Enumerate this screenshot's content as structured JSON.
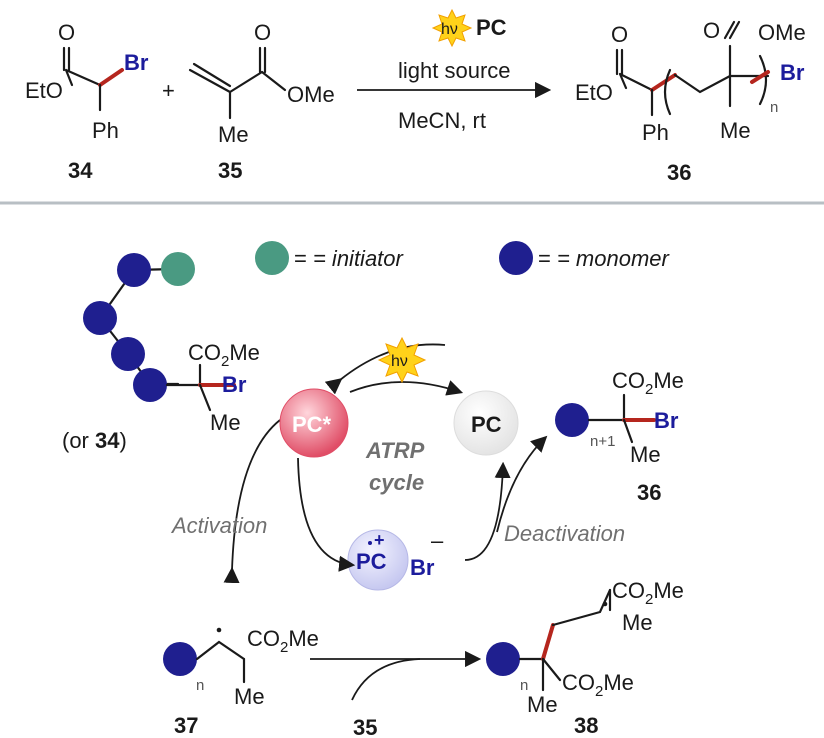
{
  "reaction": {
    "reactant1": {
      "ester": "EtO",
      "carbonyl_o": "O",
      "halogen": "Br",
      "aryl": "Ph",
      "number": "34"
    },
    "plus": "+",
    "reactant2": {
      "carbonyl_o": "O",
      "ester": "OMe",
      "methyl": "Me",
      "number": "35"
    },
    "condition_light": "hν",
    "condition_catalyst": "PC",
    "condition_line1": "light source",
    "condition_line2": "MeCN, rt",
    "product": {
      "ester_left": "EtO",
      "carbonyl_o_left": "O",
      "carbonyl_o_right": "O",
      "ester_right": "OMe",
      "halogen": "Br",
      "aryl": "Ph",
      "methyl": "Me",
      "repeat": "n",
      "number": "36"
    }
  },
  "legend": {
    "initiator_label": "= initiator",
    "monomer_label": "= monomer",
    "initiator_color": "#4a9a82",
    "monomer_color": "#1f1f8f"
  },
  "cycle": {
    "title_line1": "ATRP",
    "title_line2": "cycle",
    "light": "hν",
    "pc_excited": "PC*",
    "pc_ground": "PC",
    "radical_cation": "PC",
    "radical_cation_charge": "+",
    "bromide": "Br",
    "bromide_charge": "–",
    "activation": "Activation",
    "deactivation": "Deactivation"
  },
  "dormant": {
    "ester": "CO",
    "ester_sub": "2",
    "ester_tail": "Me",
    "halogen": "Br",
    "methyl": "Me",
    "alt_prefix": "(or ",
    "alt_number": "34",
    "alt_suffix": ")"
  },
  "product36": {
    "ester": "CO",
    "ester_sub": "2",
    "ester_tail": "Me",
    "halogen": "Br",
    "methyl": "Me",
    "repeat": "n+1",
    "number": "36"
  },
  "radical37": {
    "ester": "CO",
    "ester_sub": "2",
    "ester_tail": "Me",
    "methyl": "Me",
    "repeat": "n",
    "number": "37"
  },
  "monomer35": {
    "number": "35"
  },
  "radical38": {
    "ester_top": "CO",
    "ester_top_sub": "2",
    "ester_top_tail": "Me",
    "methyl_top": "Me",
    "ester_bottom": "CO",
    "ester_bottom_sub": "2",
    "ester_bottom_tail": "Me",
    "methyl_bottom": "Me",
    "repeat": "n",
    "number": "38"
  }
}
